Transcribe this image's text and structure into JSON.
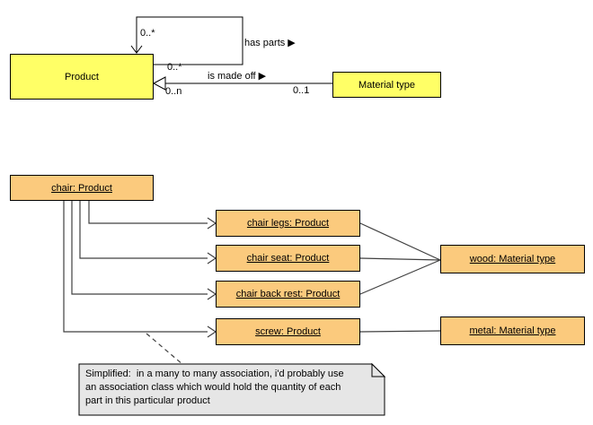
{
  "classes": {
    "product": "Product",
    "material_type": "Material type"
  },
  "associations": {
    "has_parts": {
      "label": "has parts ▶",
      "multiplicity": "0..*"
    },
    "is_made_off": {
      "label": "is made off ▶",
      "mult_product_top": "0..*",
      "mult_product_bottom": "0..n",
      "mult_material": "0..1"
    }
  },
  "objects": {
    "chair": "chair: Product",
    "chair_legs": "chair legs: Product",
    "chair_seat": "chair seat: Product",
    "chair_back_rest": "chair back rest: Product",
    "screw": "screw: Product",
    "wood": "wood: Material type",
    "metal": "metal: Material type"
  },
  "note": {
    "line1": "Simplified:  in a many to many association, i'd probably use",
    "line2": "an association class which would hold the quantity of each",
    "line3": "part in this particular product"
  },
  "colors": {
    "class_fill": "#FFFF66",
    "object_fill": "#FBCA7D",
    "note_fill": "#E6E6E6",
    "border": "#000000",
    "connector": "#404040"
  }
}
